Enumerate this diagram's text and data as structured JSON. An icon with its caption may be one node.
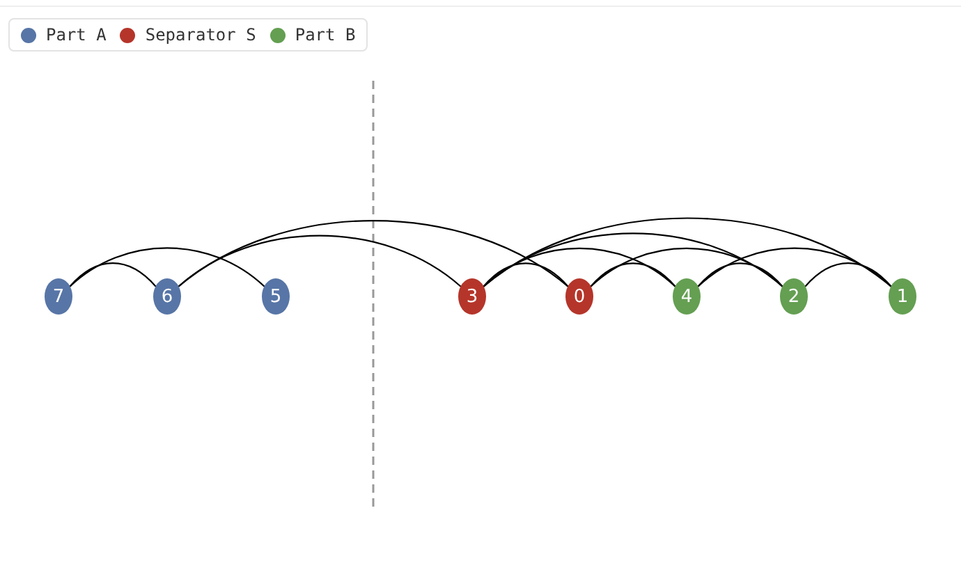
{
  "diagram": {
    "nodes": [
      {
        "text": [
          "7"
        ]
      },
      {
        "text": [
          "6"
        ]
      },
      {
        "text": [
          "5"
        ]
      },
      {
        "text": [
          "3"
        ]
      },
      {
        "text": [
          "0"
        ]
      },
      {
        "text": [
          "4"
        ]
      },
      {
        "text": [
          "2"
        ]
      },
      {
        "text": [
          "1"
        ]
      }
    ],
    "edges": [
      {
        "from": 0,
        "to": 1,
        "arrow": "none"
      },
      {
        "from": 0,
        "to": 2,
        "arrow": "none"
      },
      {
        "from": 1,
        "to": 3,
        "arrow": "none"
      },
      {
        "from": 1,
        "to": 4,
        "arrow": "none"
      },
      {
        "from": 3,
        "to": 4,
        "arrow": "none"
      },
      {
        "from": 3,
        "to": 5,
        "arrow": "none"
      },
      {
        "from": 3,
        "to": 6,
        "arrow": "none"
      },
      {
        "from": 3,
        "to": 7,
        "arrow": "none"
      },
      {
        "from": 4,
        "to": 5,
        "arrow": "none"
      },
      {
        "from": 4,
        "to": 6,
        "arrow": "none"
      },
      {
        "from": 5,
        "to": 6,
        "arrow": "none"
      },
      {
        "from": 5,
        "to": 7,
        "arrow": "none"
      },
      {
        "from": 6,
        "to": 7,
        "arrow": "none"
      }
    ],
    "legend": [
      {
        "text": "Part A",
        "color": "#5775a6"
      },
      {
        "text": "Separator S",
        "color": "#b5352a"
      },
      {
        "text": "Part B",
        "color": "#649f52"
      }
    ]
  }
}
